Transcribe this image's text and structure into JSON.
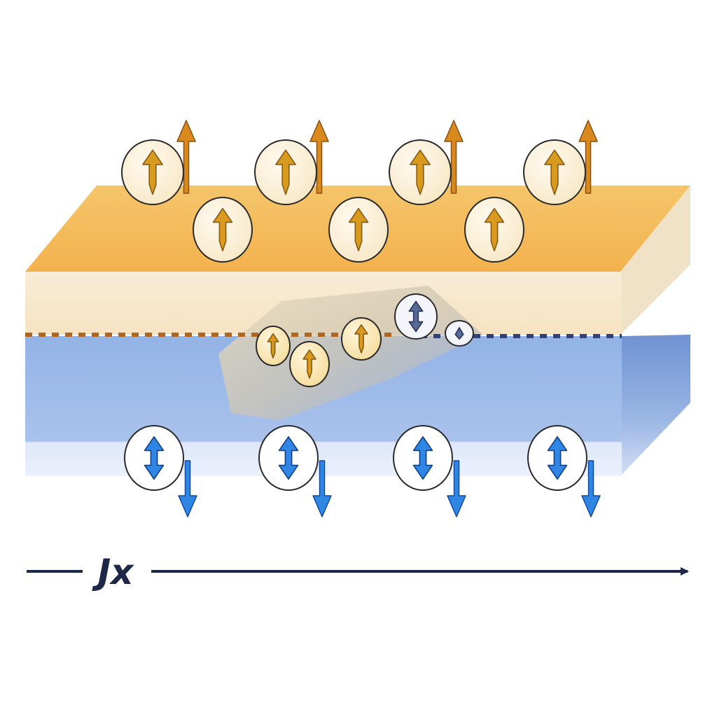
{
  "current_label": "Jx",
  "colors": {
    "top_layer": "#f4b955",
    "top_layer_side": "#f7e6c9",
    "bottom_layer": "#8fb0e4",
    "bottom_layer_side": "#e4ecfb",
    "spin_up": "#d89a1f",
    "spin_down": "#2f86e3",
    "axis": "#1d2747"
  },
  "top_row_spins": [
    {
      "state": "up",
      "big_arrow": "up"
    },
    {
      "state": "up",
      "big_arrow": "up"
    },
    {
      "state": "up",
      "big_arrow": "up"
    },
    {
      "state": "up",
      "big_arrow": "up"
    }
  ],
  "top_front_spins": [
    {
      "state": "up"
    },
    {
      "state": "up"
    },
    {
      "state": "up"
    }
  ],
  "interface_spins": [
    {
      "state": "up"
    },
    {
      "state": "up"
    },
    {
      "state": "up"
    },
    {
      "state": "transition"
    },
    {
      "state": "down"
    }
  ],
  "bottom_row_spins": [
    {
      "state": "both",
      "big_arrow": "down"
    },
    {
      "state": "both",
      "big_arrow": "down"
    },
    {
      "state": "both",
      "big_arrow": "down"
    },
    {
      "state": "both",
      "big_arrow": "down"
    }
  ]
}
